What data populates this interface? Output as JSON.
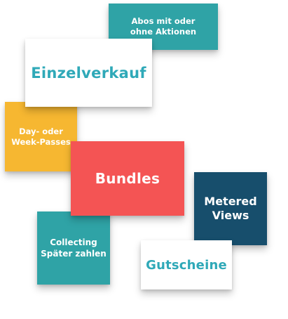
{
  "cards": {
    "abos": {
      "line1": "Abos mit oder",
      "line2": "ohne Aktionen"
    },
    "einzelverkauf": {
      "label": "Einzelverkauf"
    },
    "day_week": {
      "line1": "Day- oder",
      "line2": "Week-Passes"
    },
    "bundles": {
      "label": "Bundles"
    },
    "metered": {
      "line1": "Metered",
      "line2": "Views"
    },
    "collecting": {
      "line1": "Collecting",
      "line2": "Später zahlen"
    },
    "gutscheine": {
      "label": "Gutscheine"
    }
  },
  "colors": {
    "teal": "#2fa3a6",
    "teal_text": "#2fa9b8",
    "yellow": "#f6b731",
    "red": "#f45454",
    "navy": "#174e6c",
    "white": "#ffffff"
  }
}
